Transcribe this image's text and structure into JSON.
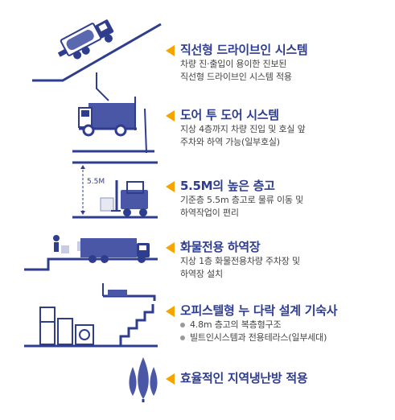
{
  "height_label": "5.5M",
  "features": [
    {
      "title": "직선형 드라이브인 시스템",
      "lines": [
        "차량 진·출입이 용이한 진보된",
        "직선형 드라이브인 시스템 적용"
      ]
    },
    {
      "title": "도어 투 도어 시스템",
      "lines": [
        "지상 4층까지 차량 진입 및 호실 앞",
        "주차와 하역 가능(일부호실)"
      ]
    },
    {
      "title": "5.5M의 높은 층고",
      "lines": [
        "기준층 5.5m 층고로 물류 이동 및",
        "하역작업이 편리"
      ]
    },
    {
      "title": "화물전용 하역장",
      "lines": [
        "지상 1층 화물전용차량 주차장 및",
        "하역장 설치"
      ]
    },
    {
      "title": "오피스텔형 누 다락 설계 기숙사",
      "bullets": [
        "4.8m 층고의 복층형구조",
        "빌트인시스템과 전용테라스(일부세대)"
      ]
    },
    {
      "title": "효율적인 지역냉난방 적용"
    }
  ],
  "colors": {
    "navy": "#2f3d8f",
    "arrow": "#f5a400",
    "stroke": "#2f3d8f"
  }
}
